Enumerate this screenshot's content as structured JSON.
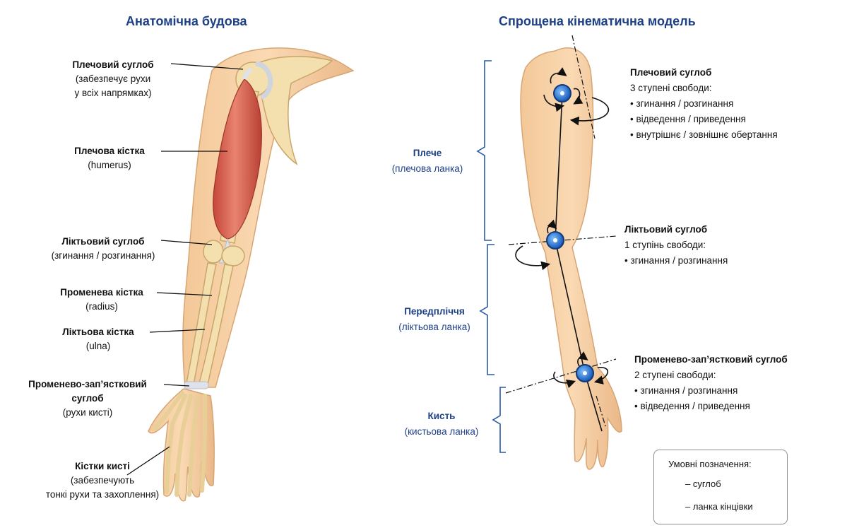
{
  "left_panel": {
    "title": "Анатомічна будова",
    "labels": {
      "shoulder_joint": {
        "name": "Плечовий суглоб",
        "note_1": "(забезпечує рухи",
        "note_2": "у всіх напрямках)"
      },
      "humerus": {
        "name": "Плечова кістка",
        "latin": "(humerus)"
      },
      "elbow_joint": {
        "name": "Ліктьовий суглоб",
        "note": "(згинання / розгинання)"
      },
      "radius": {
        "name": "Променева кістка",
        "latin": "(radius)"
      },
      "ulna": {
        "name": "Ліктьова кістка",
        "latin": "(ulna)"
      },
      "wrist_joint": {
        "name_1": "Променево-зап’ястковий",
        "name_2": "суглоб",
        "note": "(рухи кисті)"
      },
      "hand_bones": {
        "name": "Кістки кисті",
        "note_1": "(забезпечують",
        "note_2": "тонкі рухи та захоплення)"
      }
    }
  },
  "right_panel": {
    "title": "Спрощена кінематична модель",
    "segments": {
      "upper_arm": {
        "name": "Плече",
        "sub": "(плечова ланка)"
      },
      "forearm": {
        "name": "Передпліччя",
        "sub": "(ліктьова ланка)"
      },
      "hand": {
        "name": "Кисть",
        "sub": "(кистьова ланка)"
      }
    },
    "joints": {
      "shoulder": {
        "name": "Плечовий суглоб",
        "dof": "3 ступені свободи:",
        "items": [
          "• згинання / розгинання",
          "• відведення / приведення",
          "• внутрішнє / зовнішнє обертання"
        ]
      },
      "elbow": {
        "name": "Ліктьовий суглоб",
        "dof": "1 ступінь свободи:",
        "items": [
          "• згинання / розгинання"
        ]
      },
      "wrist": {
        "name": "Променево-зап’ястковий суглоб",
        "dof": "2 ступені свободи:",
        "items": [
          "• згинання / розгинання",
          "• відведення / приведення"
        ]
      }
    },
    "legend": {
      "title": "Умовні позначення:",
      "joint": "– суглоб",
      "segment": "– ланка кінцівки"
    }
  },
  "colors": {
    "title_blue": "#1c3f86",
    "skin": "#f5cfa2",
    "skin_outline": "#d8a574",
    "bone": "#f4dfae",
    "bone_outline": "#c9a66a",
    "muscle": "#d9604f",
    "tendon": "#dfe2ea",
    "joint_blue": "#1f6fd1",
    "bracket_blue": "#2b5aa8"
  },
  "icons": [
    "joint-marker-icon",
    "rotation-arrow-icon",
    "bracket-icon"
  ]
}
